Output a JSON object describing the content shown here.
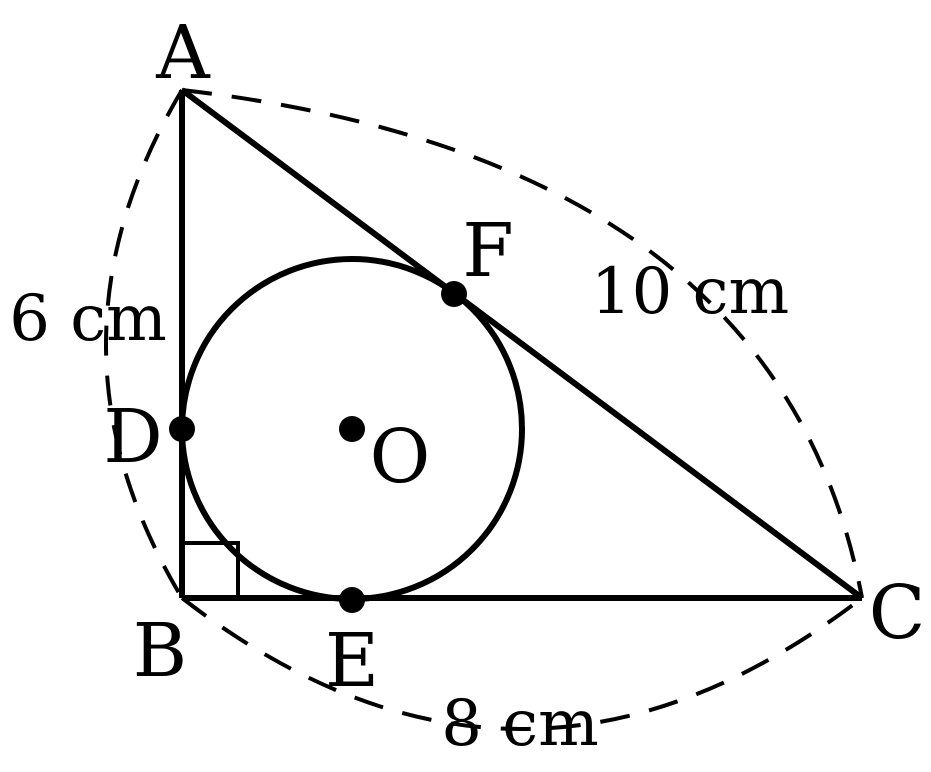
{
  "diagram": {
    "points": {
      "A": "A",
      "B": "B",
      "C": "C",
      "D": "D",
      "E": "E",
      "F": "F",
      "O": "O"
    },
    "measurements": {
      "ab": "6 cm",
      "bc": "8 cm",
      "ac": "10 cm"
    },
    "colors": {
      "stroke": "#000000",
      "background": "#ffffff"
    }
  }
}
